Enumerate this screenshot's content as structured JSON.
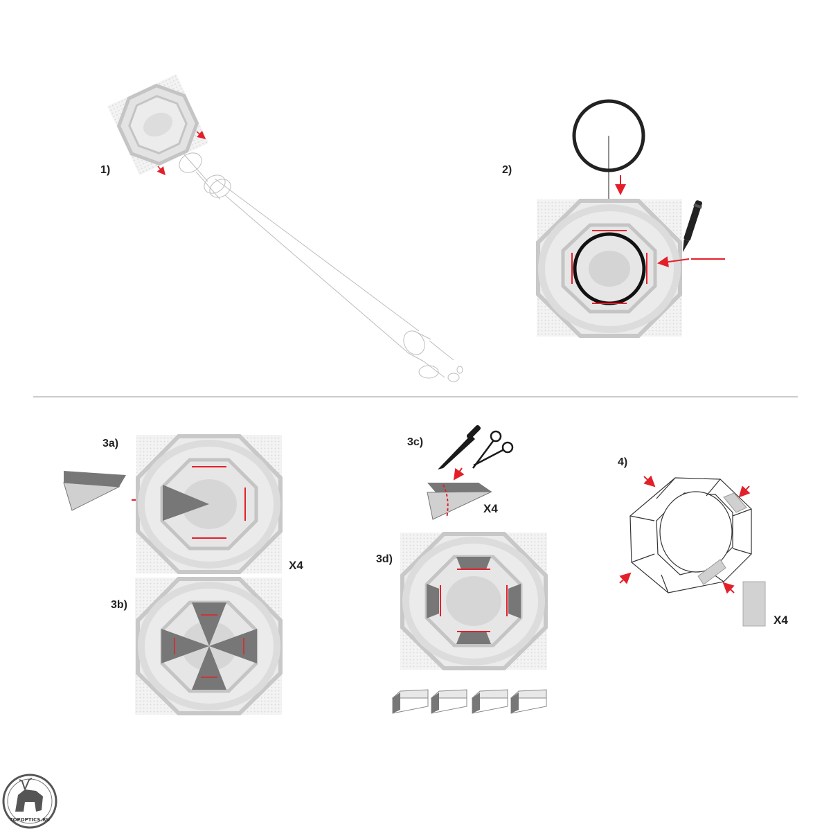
{
  "steps": {
    "s1": "1)",
    "s2": "2)",
    "s3a": "3a)",
    "s3b": "3b)",
    "s3c": "3c)",
    "s3d": "3d)",
    "s4": "4)"
  },
  "multipliers": {
    "step3a": "X4",
    "step3c": "X4",
    "step4": "X4"
  },
  "logo": {
    "text": "TOPOPTICS.RU"
  },
  "colors": {
    "accent_red": "#e3202a",
    "template_light": "#e6e6e6",
    "template_mid": "#c8c8c8",
    "part_dark": "#777777",
    "outline": "#333333"
  }
}
